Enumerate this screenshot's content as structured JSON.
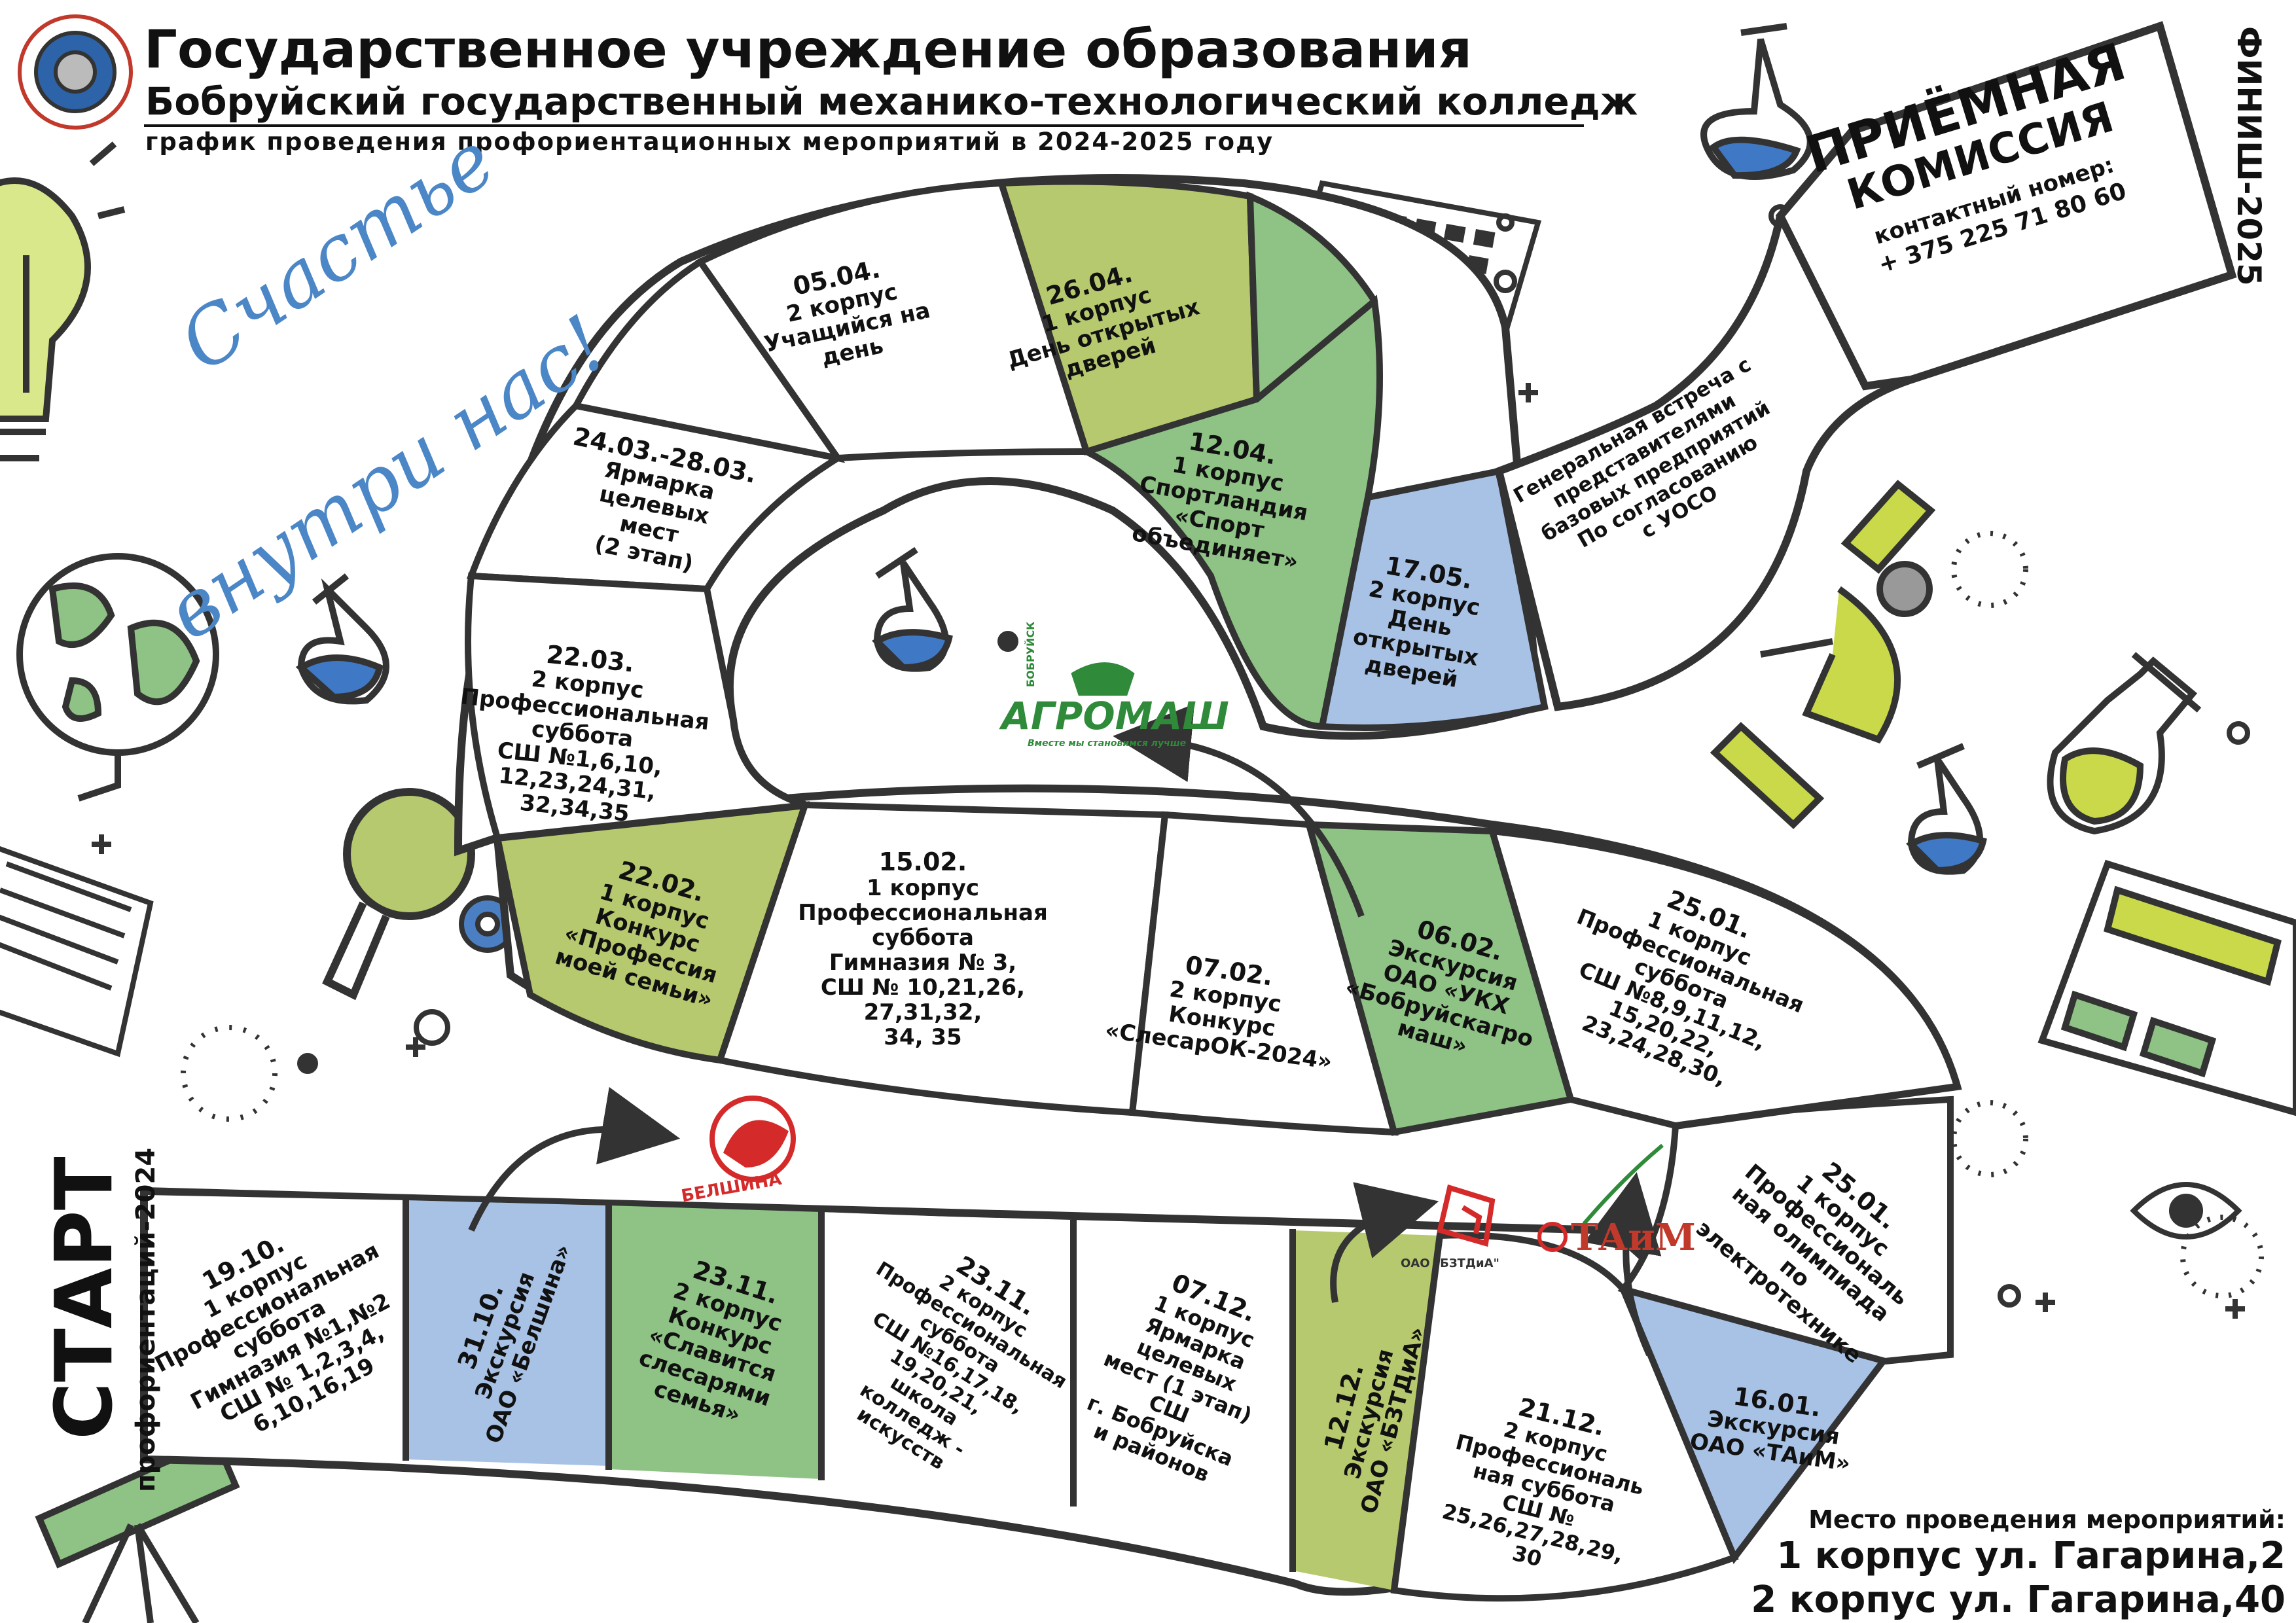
{
  "header": {
    "title": "Государственное учреждение образования",
    "subtitle": "Бобруйский государственный механико-технологический колледж",
    "caption": "график проведения профориентационных мероприятий в 2024-2025 году"
  },
  "motto": {
    "line1": "Счастье",
    "line2": "внутри нас!"
  },
  "start": {
    "label": "СТАРТ",
    "sub": "профориентаций-2024"
  },
  "finish": {
    "label": "ФИНИШ-2025"
  },
  "admission": {
    "title1": "ПРИЁМНАЯ",
    "title2": "КОМИССИЯ",
    "phone_label": "контактный номер:",
    "phone": "+ 375 225 71 80 60"
  },
  "events": [
    {
      "id": "e1",
      "lines": [
        "19.10.",
        "1 корпус",
        "Профессиональная",
        "суббота",
        "Гимназия №1,№2",
        "СШ № 1,2,3,4,",
        "6,10,16,19"
      ]
    },
    {
      "id": "e2",
      "lines": [
        "31.10.",
        "Экскурсия",
        "ОАО «Белшина»"
      ]
    },
    {
      "id": "e3",
      "lines": [
        "23.11.",
        "2 корпус",
        "Конкурс",
        "«Славится",
        "слесарями",
        "семья»"
      ]
    },
    {
      "id": "e4",
      "lines": [
        "23.11.",
        "2 корпус",
        "Профессиональная",
        "суббота",
        "СШ №16,17,18,",
        "19,20,21,",
        "школа",
        "колледж -",
        "искусств"
      ]
    },
    {
      "id": "e5",
      "lines": [
        "07.12.",
        "1 корпус",
        "Ярмарка",
        "целевых",
        "мест (1 этап)",
        "СШ",
        "г. Бобруйска",
        "и районов"
      ]
    },
    {
      "id": "e6",
      "lines": [
        "12.12.",
        "Экскурсия",
        "ОАО «БЗТДиА»"
      ]
    },
    {
      "id": "e7",
      "lines": [
        "21.12.",
        "2 корпус",
        "Профессиональ",
        "ная суббота",
        "СШ №",
        "25,26,27,28,29,",
        "30"
      ]
    },
    {
      "id": "e8",
      "lines": [
        "16.01.",
        "Экскурсия",
        "ОАО «ТАиМ»"
      ]
    },
    {
      "id": "e9",
      "lines": [
        "25.01.",
        "1 корпус",
        "Профессиональ",
        "ная олимпиада",
        "по",
        "электротехнике"
      ]
    },
    {
      "id": "e10",
      "lines": [
        "25.01.",
        "1 корпус",
        "Профессиональная",
        "суббота",
        "СШ №8,9,11,12,",
        "15,20,22,",
        "23,24,28,30,"
      ]
    },
    {
      "id": "e11",
      "lines": [
        "06.02.",
        "Экскурсия",
        "ОАО «УКХ",
        "«Бобруйскагро",
        "маш»"
      ]
    },
    {
      "id": "e12",
      "lines": [
        "07.02.",
        "2 корпус",
        "Конкурс",
        "«СлесарОК-2024»"
      ]
    },
    {
      "id": "e13",
      "lines": [
        "15.02.",
        "1 корпус",
        "Профессиональная",
        "суббота",
        "Гимназия № 3,",
        "СШ № 10,21,26,",
        "27,31,32,",
        "34, 35"
      ]
    },
    {
      "id": "e14",
      "lines": [
        "22.02.",
        "1 корпус",
        "Конкурс",
        "«Профессия",
        "моей семьи»"
      ]
    },
    {
      "id": "e15",
      "lines": [
        "22.03.",
        "2 корпус",
        "Профессиональная",
        "суббота",
        "СШ №1,6,10,",
        "12,23,24,31,",
        "32,34,35"
      ]
    },
    {
      "id": "e16",
      "lines": [
        "24.03.-28.03.",
        "Ярмарка",
        "целевых",
        "мест",
        "(2 этап)"
      ]
    },
    {
      "id": "e17",
      "lines": [
        "05.04.",
        "2 корпус",
        "Учащийся на",
        "день"
      ]
    },
    {
      "id": "e18",
      "lines": [
        "26.04.",
        "1 корпус",
        "День открытых",
        "дверей"
      ]
    },
    {
      "id": "e19",
      "lines": [
        "12.04.",
        "1 корпус",
        "Спортландия",
        "«Спорт",
        "объединяет»"
      ]
    },
    {
      "id": "e20",
      "lines": [
        "17.05.",
        "2 корпус",
        "День",
        "открытых",
        "дверей"
      ]
    },
    {
      "id": "e21",
      "lines": [
        "Генеральная встреча с",
        "представителями",
        "базовых предприятий",
        "По согласованию",
        "с УОСО"
      ]
    }
  ],
  "logos": {
    "belshina": "БЕЛШИНА",
    "bztdia": "ОАО \"БЗТДиА\"",
    "taim": "ТАиМ",
    "agromash_small": "БОБРУЙСК",
    "agromash": "АГРОМАШ",
    "agromash_slogan": "Вместе мы становимся лучше"
  },
  "venue": {
    "title": "Место проведения мероприятий:",
    "line1": "1 корпус ул. Гагарина,2",
    "line2": "2 корпус ул. Гагарина,40"
  },
  "colors": {
    "olive": "#b6c96e",
    "green": "#8fc285",
    "blue": "#a8c2e6",
    "lime": "#c9d94a",
    "flask_blue": "#3f78c4",
    "motto_blue": "#4b86c6"
  }
}
